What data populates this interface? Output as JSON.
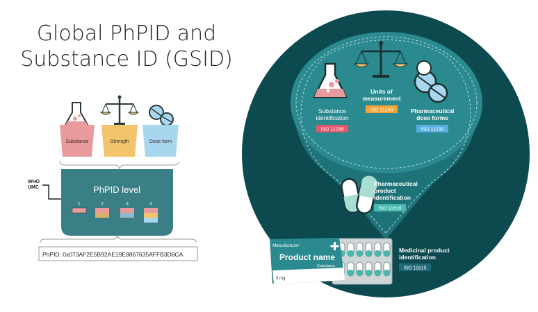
{
  "title": {
    "line1": "Global PhPID and",
    "line2": "Substance ID (GSID)"
  },
  "left": {
    "cups": [
      {
        "label": "Substance",
        "color": "#e89a9c",
        "icon": "flask-icon"
      },
      {
        "label": "Strength",
        "color": "#f2c46b",
        "icon": "balance-scale-icon"
      },
      {
        "label": "Dose form",
        "color": "#a9d6ef",
        "icon": "pills-icon"
      }
    ],
    "who_label_line1": "WHO",
    "who_label_line2": "UMC",
    "level_box": {
      "title": "PhPID level",
      "levels": [
        "1",
        "2",
        "3",
        "4"
      ]
    },
    "phpid": "PhPID: 0x073AF2E5B92AE19E8867635AFFB3D6CA"
  },
  "right": {
    "substance": {
      "label_line1": "Substance",
      "label_line2": "identification",
      "iso": "ISO 11238",
      "iso_color": "#e2586a"
    },
    "units": {
      "label_line1": "Units of",
      "label_line2": "measurement",
      "iso": "ISO 11240",
      "iso_color": "#f2a43a"
    },
    "dose_forms": {
      "label_line1": "Pharmaceutical",
      "label_line2": "dose forms",
      "iso": "ISO 11239",
      "iso_color": "#58aee0"
    },
    "phpid": {
      "label_line1": "Pharmaceutical",
      "label_line2": "product",
      "label_line3": "identification",
      "iso": "ISO 11616",
      "iso_color": "#49b7ad"
    },
    "medicinal": {
      "label_line1": "Medicinal product",
      "label_line2": "identification",
      "iso": "ISO 11615",
      "iso_color": "#1f6a78"
    },
    "package": {
      "manufacturer": "Manufacturer",
      "product_name": "Product name",
      "substance": "Substance",
      "strength": "5 mg"
    }
  },
  "colors": {
    "dark_teal": "#0d4a4f",
    "mid_teal": "#1d7378",
    "light_teal": "#2a8a8f",
    "box_teal": "#3a7f85"
  }
}
